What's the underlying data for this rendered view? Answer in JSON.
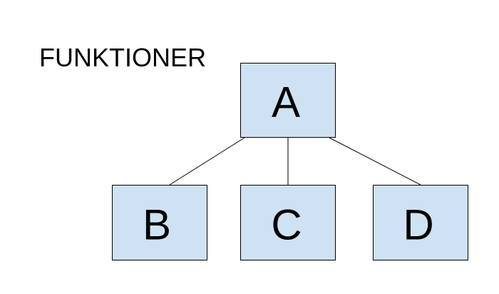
{
  "diagram": {
    "title": "FUNKTIONER",
    "colors": {
      "node_fill": "#cfe2f3",
      "node_stroke": "#000000",
      "text": "#000000",
      "connector": "#000000"
    },
    "nodes": [
      {
        "id": "A",
        "label": "A"
      },
      {
        "id": "B",
        "label": "B"
      },
      {
        "id": "C",
        "label": "C"
      },
      {
        "id": "D",
        "label": "D"
      }
    ],
    "edges": [
      {
        "from": "A",
        "to": "B"
      },
      {
        "from": "A",
        "to": "C"
      },
      {
        "from": "A",
        "to": "D"
      }
    ]
  }
}
